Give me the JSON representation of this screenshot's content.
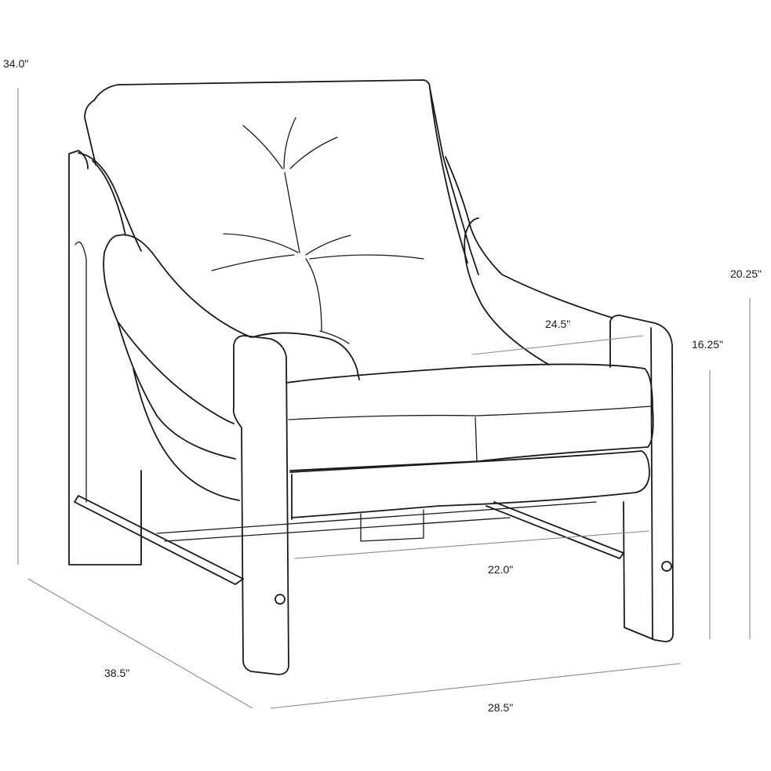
{
  "dimensions": {
    "overall_height": "34.0\"",
    "arm_height": "20.25\"",
    "seat_height": "16.25\"",
    "seat_width": "24.5\"",
    "seat_depth": "22.0\"",
    "overall_depth": "38.5\"",
    "overall_width": "28.5\""
  }
}
